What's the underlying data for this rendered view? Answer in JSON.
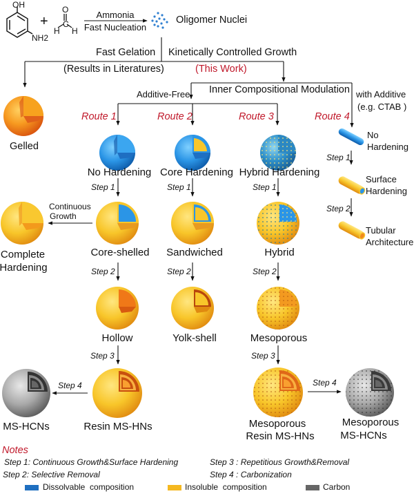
{
  "reaction": {
    "reactant1_substituents": [
      "OH",
      "NH2"
    ],
    "reactant2_atoms": [
      "O",
      "C",
      "H",
      "H"
    ],
    "plus": "+",
    "condition_top": "Ammonia",
    "condition_bottom": "Fast Nucleation",
    "product": "Oligomer Nuclei"
  },
  "branches": {
    "left_top": "Fast Gelation",
    "left_bottom": "(Results in Literatures)",
    "right_top": "Kinetically Controlled Growth",
    "right_bottom": "(This Work)",
    "inner_modulation": "Inner Compositional Modulation",
    "additive_free": "Additive-Free",
    "with_additive_1": "with Additive",
    "with_additive_2": "(e.g. CTAB )"
  },
  "gelled": {
    "label": "Gelled"
  },
  "routes": [
    {
      "name": "Route 1",
      "start": "No Hardening",
      "step1": "Step 1",
      "after_step1": "Core-shelled",
      "side_branch_label_1": "Continuous",
      "side_branch_label_2": "Growth",
      "side_result_1": "Complete",
      "side_result_2": "Hardening",
      "step2": "Step 2",
      "after_step2": "Hollow",
      "step3": "Step 3",
      "after_step3": "Resin MS-HNs",
      "step4": "Step 4",
      "after_step4": "MS-HCNs"
    },
    {
      "name": "Route 2",
      "start": "Core Hardening",
      "step1": "Step 1",
      "after_step1": "Sandwiched",
      "step2": "Step 2",
      "after_step2": "Yolk-shell"
    },
    {
      "name": "Route 3",
      "start": "Hybrid Hardening",
      "step1": "Step 1",
      "after_step1": "Hybrid",
      "step2": "Step 2",
      "after_step2": "Mesoporous",
      "step3": "Step 3",
      "after_step3_1": "Mesoporous",
      "after_step3_2": "Resin MS-HNs",
      "step4": "Step 4",
      "after_step4_1": "Mesoporous",
      "after_step4_2": "MS-HCNs"
    },
    {
      "name": "Route 4",
      "start_1": "No",
      "start_2": "Hardening",
      "step1": "Step 1",
      "after_step1_1": "Surface",
      "after_step1_2": "Hardening",
      "step2": "Step 2",
      "after_step2_1": "Tubular",
      "after_step2_2": "Architecture"
    }
  ],
  "notes": {
    "title": "Notes",
    "items": [
      "Step 1: Continuous Growth&Surface Hardening",
      "Step 2: Selective Removal",
      "Step 3 : Repetitious Growth&Removal",
      "Step 4 : Carbonization"
    ]
  },
  "legend": [
    {
      "label": "Dissolvable  composition",
      "color": "#1f6fc0"
    },
    {
      "label": "Insoluble  composition",
      "color": "#f5b820"
    },
    {
      "label": "Carbon",
      "color": "#666666"
    }
  ],
  "colors": {
    "accent_red": "#c0182a",
    "blue": "#2a8fe0",
    "yellow": "#f7c52b",
    "orange": "#f08a1c",
    "gray": "#7a7a7a"
  }
}
